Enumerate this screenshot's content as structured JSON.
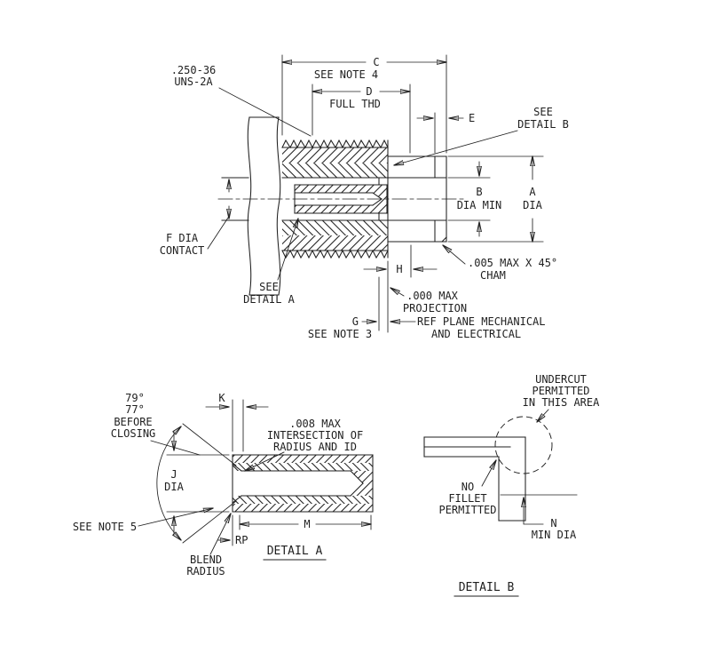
{
  "main_view": {
    "thread_spec": [
      ".250-36",
      "UNS-2A"
    ],
    "dim_c": "C",
    "note_4": "SEE NOTE 4",
    "dim_d": "D",
    "full_thd": "FULL THD",
    "dim_e": "E",
    "see_detail_b": [
      "SEE",
      "DETAIL B"
    ],
    "dim_b": "B",
    "dim_b_note": "DIA MIN",
    "dim_a": "A",
    "dim_a_note": "DIA",
    "contact": [
      "F DIA",
      "CONTACT"
    ],
    "chamfer": [
      ".005 MAX X 45°",
      "CHAM"
    ],
    "dim_h": "H",
    "see_detail_a": [
      "SEE",
      "DETAIL A"
    ],
    "projection": [
      ".000 MAX",
      "PROJECTION"
    ],
    "dim_g": "G",
    "note_3": "SEE NOTE 3",
    "ref_plane": [
      "REF PLANE MECHANICAL",
      "AND ELECTRICAL"
    ]
  },
  "detail_a": {
    "angle_upper": "79°",
    "angle_lower": "77°",
    "before_closing": [
      "BEFORE",
      "CLOSING"
    ],
    "dim_k": "K",
    "intersection": [
      ".008 MAX",
      "INTERSECTION OF",
      "RADIUS AND ID"
    ],
    "dim_j": "J",
    "dim_j_note": "DIA",
    "note_5": "SEE NOTE 5",
    "dim_m": "M",
    "dim_rp": "RP",
    "blend": [
      "BLEND",
      "RADIUS"
    ],
    "title": "DETAIL A"
  },
  "detail_b": {
    "undercut": [
      "UNDERCUT",
      "PERMITTED",
      "IN THIS AREA"
    ],
    "no_fillet": [
      "NO",
      "FILLET",
      "PERMITTED"
    ],
    "dim_n": "N",
    "dim_n_note": "MIN DIA",
    "title": "DETAIL B"
  },
  "colors": {
    "line": "#1f1f1f",
    "background": "#ffffff"
  }
}
